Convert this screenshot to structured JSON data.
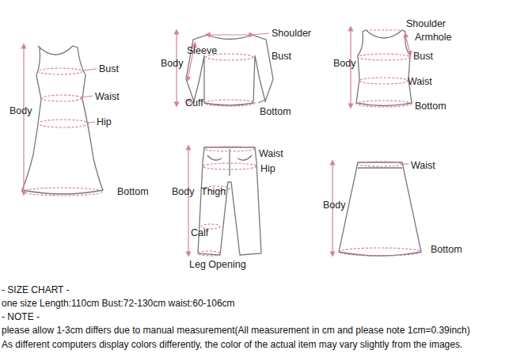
{
  "diagram": {
    "labels": [
      "Bust",
      "Waist",
      "Hip",
      "Body",
      "Bottom",
      "Shoulder",
      "Sleeve",
      "Body",
      "Bust",
      "Cuff",
      "Bottom",
      "Shoulder",
      "Armhole",
      "Body",
      "Bust",
      "Waist",
      "Bottom",
      "Waist",
      "Hip",
      "Body",
      "Thigh",
      "Calf",
      "Leg Opening",
      "Waist",
      "Body",
      "Bottom",
      "- SIZE CHART -",
      "one size Length:110cm Bust:72-130cm waist:60-106cm",
      "- NOTE -",
      "please allow 1-3cm differs due to manual measurement(All measurement in cm and please note 1cm=0.39inch)",
      "As different computers display colors differently, the color of the actual item may vary slightly from the images."
    ]
  }
}
